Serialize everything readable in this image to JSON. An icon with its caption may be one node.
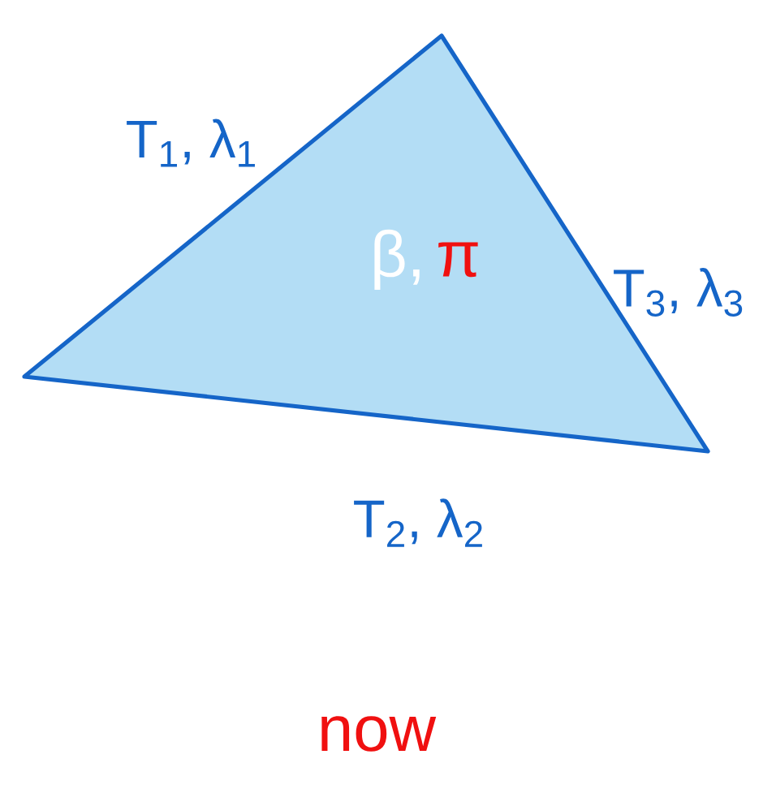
{
  "diagram": {
    "nodes": [
      {
        "text": [
          "β,",
          "π"
        ],
        "beside": [
          "T$_{1}$, λ$_{1}$",
          "T$_{3}$, λ$_{3}$",
          "T$_{2}$, λ$_{2}$"
        ]
      }
    ],
    "labels": [
      "now"
    ]
  }
}
